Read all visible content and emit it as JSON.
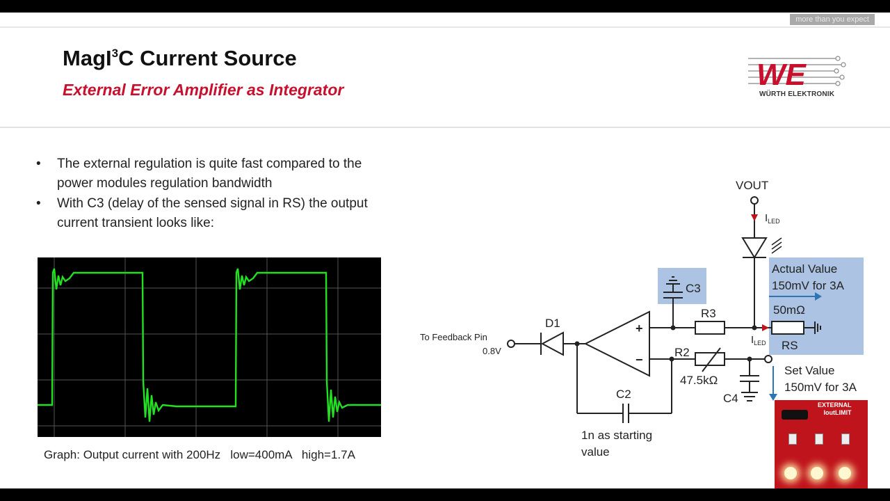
{
  "header": {
    "tagline": "more than you expect",
    "title_main": "MagI",
    "title_sup": "3",
    "title_tail": "C Current Source",
    "subtitle": "External Error Amplifier as Integrator",
    "logo_text": "WE",
    "logo_sub": "WÜRTH ELEKTRONIK"
  },
  "bullets": [
    "The external regulation is quite fast compared to the power modules regulation bandwidth",
    "With C3 (delay of the sensed signal in RS) the output current transient looks like:"
  ],
  "scope": {
    "caption": "Graph: Output current with 200Hz   low=400mA   high=1.7A",
    "trace_color": "#22e022"
  },
  "circuit": {
    "vout": "VOUT",
    "iled_top": "I",
    "iled_sub": "LED",
    "actual_value_1": "Actual Value",
    "actual_value_2": "150mV for 3A",
    "rs_value": "50mΩ",
    "rs": "RS",
    "r3": "R3",
    "r2": "R2",
    "r2_value": "47.5kΩ",
    "c3": "C3",
    "c2": "C2",
    "c4": "C4",
    "d1": "D1",
    "plus": "+",
    "minus": "−",
    "feedback_1": "To Feedback Pin",
    "feedback_2": "0.8V",
    "set_value_1": "Set Value",
    "set_value_2": "150mV for 3A",
    "c2_note_1": "1n as starting",
    "c2_note_2": "value",
    "highlight_color": "#9db8de",
    "arrow_color": "#2e75b6",
    "current_arrow_color": "#c0141c"
  },
  "board": {
    "label_1": "EXTERNAL",
    "label_2": "IoutLIMIT"
  }
}
